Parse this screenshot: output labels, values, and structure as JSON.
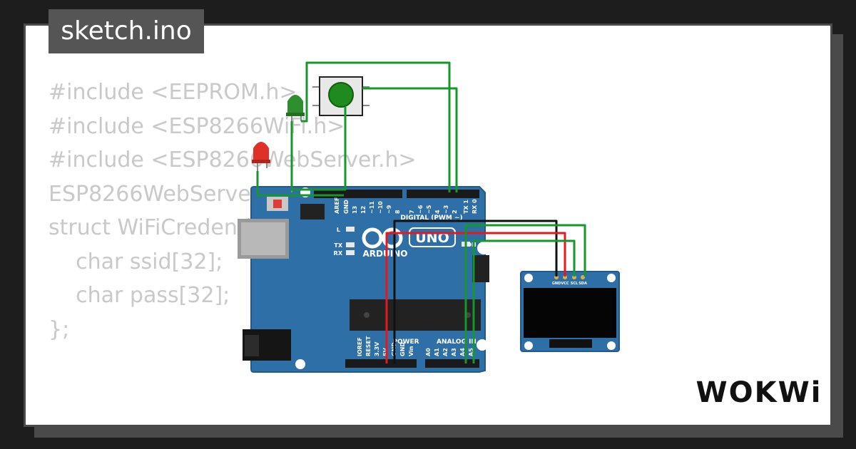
{
  "title": "sketch.ino",
  "code_lines": [
    "#include <EEPROM.h>",
    "#include <ESP8266WiFi.h>",
    "#include <ESP8266WebServer.h>",
    "",
    "ESP8266WebServer",
    "",
    "struct WiFiCredenti",
    "    char ssid[32];",
    "    char pass[32];",
    "};"
  ],
  "board": {
    "brand": "ARDUINO",
    "model": "UNO",
    "digital_header_label": "DIGITAL (PWM ~)",
    "power_label": "POWER",
    "analog_label": "ANALOG IN",
    "on_label": "ON",
    "l_label": "L",
    "tx_label": "TX",
    "rx_label": "RX",
    "top_pin_labels": [
      "AREF",
      "GND",
      "13",
      "12",
      "~11",
      "~10",
      "~9",
      "8",
      "7",
      "~6",
      "~5",
      "4",
      "~3",
      "2",
      "TX 1",
      "RX 0"
    ],
    "bottom_pin_labels": [
      "IOREF",
      "RESET",
      "3.3V",
      "5V",
      "GND",
      "GND",
      "Vin",
      "A0",
      "A1",
      "A2",
      "A3",
      "A4",
      "A5"
    ]
  },
  "oled_pins": [
    "GND",
    "VCC",
    "SCL",
    "SDA"
  ],
  "logo_text": "WOKWi",
  "colors": {
    "board": "#2f6fa8",
    "wire_green": "#16962b",
    "wire_red": "#e5181d",
    "wire_black": "#111111",
    "led_green": "#2f8f2f",
    "led_red": "#e0302a"
  }
}
